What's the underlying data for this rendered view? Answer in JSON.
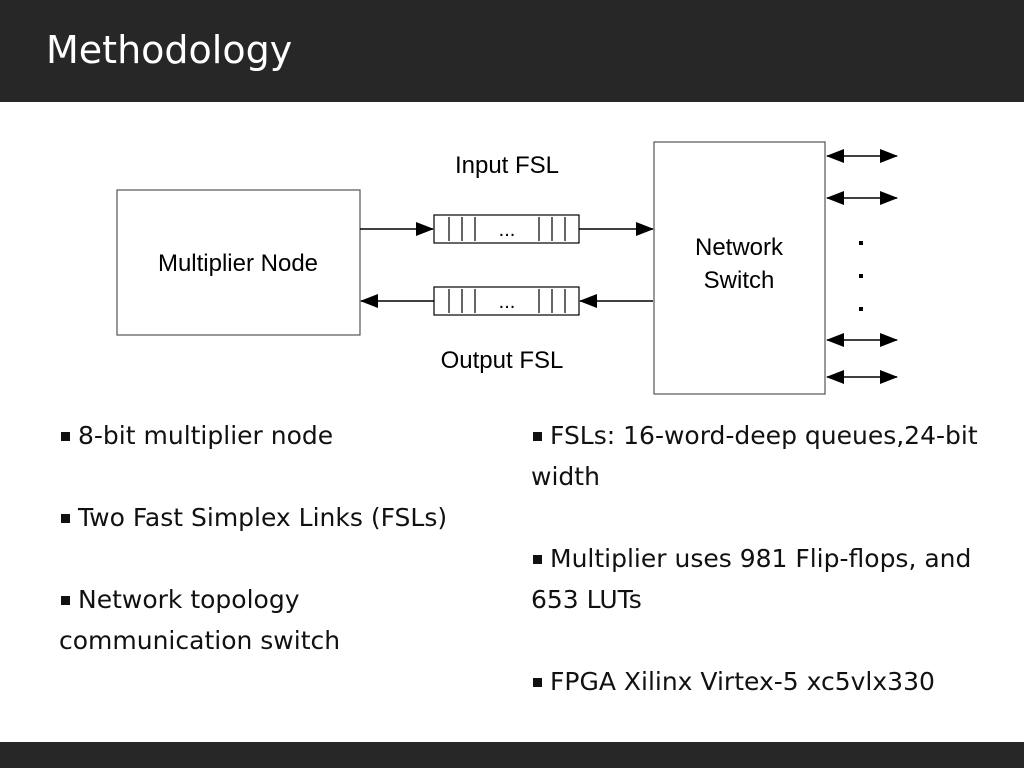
{
  "slide": {
    "title": "Methodology"
  },
  "diagram": {
    "multiplier_node_label": "Multiplier Node",
    "network_switch_label_line1": "Network",
    "network_switch_label_line2": "Switch",
    "input_fsl_label": "Input FSL",
    "output_fsl_label": "Output FSL",
    "queue_ellipsis": "..."
  },
  "bullets_left": [
    {
      "text": "8-bit multiplier node"
    },
    {
      "text": "Two Fast Simplex Links (FSLs)"
    },
    {
      "text": "Network topology communication switch"
    }
  ],
  "bullets_right": [
    {
      "text": "FSLs:  16-word-deep queues,24-bit width"
    },
    {
      "text": "Multiplier uses 981 Flip-flops, and 653 LUTs"
    },
    {
      "text": "FPGA Xilinx Virtex-5 xc5vlx330"
    }
  ]
}
